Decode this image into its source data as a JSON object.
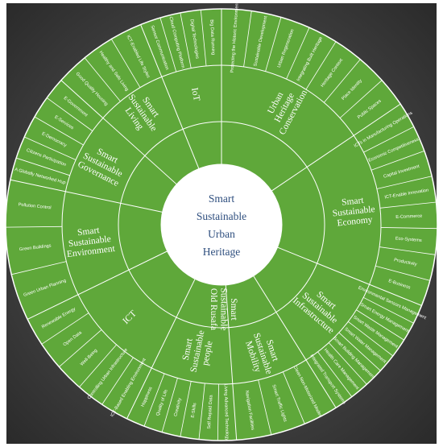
{
  "center": {
    "lines": [
      "Smart",
      "Sustainable",
      "Urban",
      "Heritage"
    ]
  },
  "colors": {
    "background": "#3f3f3f",
    "disc": "#5fa83a",
    "lines": "#ffffff",
    "center_fill": "#ffffff",
    "center_text": "#2f4f7f"
  },
  "sectors": [
    {
      "label": "Urban Heritage Conservation",
      "lines": [
        "Urban",
        "Heritage",
        "Conservation"
      ],
      "items": [
        "Protecting the Historic Environment",
        "Sustainable Development",
        "Urban Regeneration",
        "Integrating Built Heritage",
        "Heritage Context",
        "Place Identity",
        "Public Spaces"
      ]
    },
    {
      "label": "Smart Sustainable Economy",
      "lines": [
        "Smart",
        "Sustainable",
        "Economy"
      ],
      "items": [
        "ICTs in Manufacturing Operations",
        "Economic Competitiveness",
        "Capital Investment",
        "ICT-Enable Innovation",
        "E-Commerce",
        "Eco-Systems",
        "Productivity",
        "E-Business"
      ]
    },
    {
      "label": "Smart Sustainable Infrastructure",
      "lines": [
        "Smart",
        "Sustainable",
        "Infrastructure"
      ],
      "items": [
        "Environmental Sensors Management",
        "Smart Energy Management",
        "Smart Waste Management",
        "Smart Water Management",
        "Smart Building Management",
        "Health Care Management",
        "Integrated Transport Systems"
      ]
    },
    {
      "label": "Smart Sustainable Mobility",
      "lines": [
        "Smart",
        "Sustainable",
        "Mobility"
      ],
      "items": [
        "Clean Non-Motorized Modes",
        "Smart Traffic Lights",
        "Navigation Facilities"
      ]
    },
    {
      "label": "Smart Sustainable people",
      "lines": [
        "Smart",
        "Sustainable",
        "people"
      ],
      "items": [
        "Living Advanced Technology",
        "Self Repaid Data",
        "E-Skills",
        "Creativity",
        "Quality of Life",
        "Happiness"
      ]
    },
    {
      "label": "ICT",
      "lines": [
        "ICT"
      ],
      "items": [
        "ICT-Based Enabling Environment",
        "Controlling Urban Infrastructure",
        "Well-Being",
        "Open Data",
        "Renewable Energy"
      ]
    },
    {
      "label": "Smart Sustainable Environment",
      "lines": [
        "Smart",
        "Sustainable",
        "Environment"
      ],
      "items": [
        "Green Urban Planning",
        "Green Buildings",
        "Pollution Control"
      ]
    },
    {
      "label": "Smart Sustainable Governance",
      "lines": [
        "Smart",
        "Sustainable",
        "Governance"
      ],
      "items": [
        "A Globally Networked Hup",
        "Citizens Participation",
        "E-Democracy",
        "E-Services",
        "E-Government"
      ]
    },
    {
      "label": "Smart Sustainable Living",
      "lines": [
        "Smart",
        "Sustainable",
        "Living"
      ],
      "items": [
        "Good Quality Housing",
        "Healthy and Safe Living",
        "ICT-Enabled Life Styles"
      ]
    },
    {
      "label": "IoT",
      "lines": [
        "IoT"
      ],
      "items": [
        "Sensor Communication",
        "Cloud Computing Platform",
        "Digital Technologies",
        "Big Data Running"
      ]
    }
  ],
  "overlay": {
    "label": "Smart Sustainable Old Rusafa",
    "lines": [
      "Smart",
      "Sustainable",
      "Old Rusafa"
    ]
  }
}
